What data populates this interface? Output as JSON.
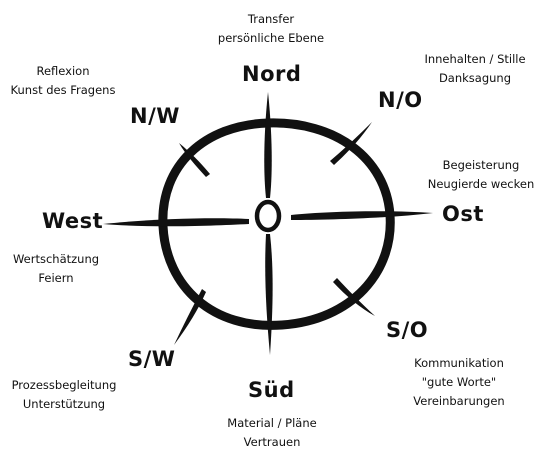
{
  "directions": {
    "north": "Nord",
    "northeast": "N/O",
    "east": "Ost",
    "southeast": "S/O",
    "south": "Süd",
    "southwest": "S/W",
    "west": "West",
    "northwest": "N/W"
  },
  "notes": {
    "north": [
      "Transfer",
      "persönliche Ebene"
    ],
    "northeast": [
      "Innehalten / Stille",
      "Danksagung"
    ],
    "east": [
      "Begeisterung",
      "Neugierde wecken"
    ],
    "southeast": [
      "Kommunikation",
      "\"gute Worte\"",
      "Vereinbarungen"
    ],
    "south": [
      "Material / Pläne",
      "Vertrauen"
    ],
    "southwest": [
      "Prozessbegleitung",
      "Unterstützung"
    ],
    "west": [
      "Wertschätzung",
      "Feiern"
    ],
    "northwest": [
      "Reflexion",
      "Kunst des Fragens"
    ]
  },
  "colors": {
    "ink": "#111111",
    "background": "#ffffff"
  }
}
